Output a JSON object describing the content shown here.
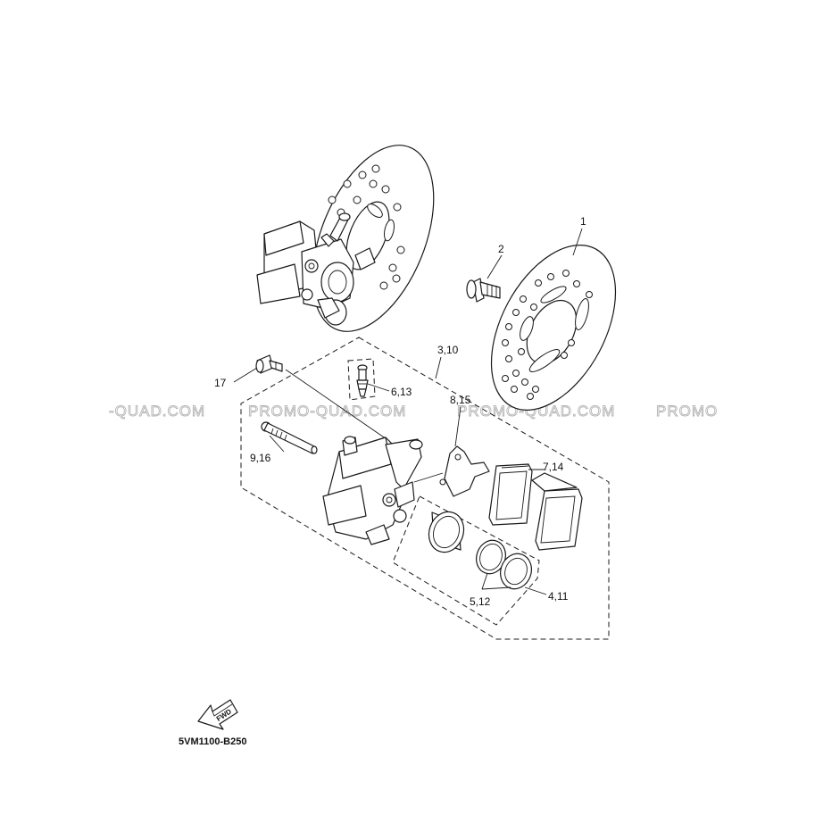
{
  "watermark": {
    "segments": [
      "-QUAD.COM",
      "PROMO-QUAD.COM",
      "PROMO-QUAD.COM",
      "PROMO"
    ]
  },
  "callouts": {
    "c1": "1",
    "c2": "2",
    "c3_10": "3,10",
    "c17": "17",
    "c6_13": "6,13",
    "c8_15": "8,15",
    "c9_16": "9,16",
    "c7_14": "7,14",
    "c5_12": "5,12",
    "c4_11": "4,11"
  },
  "fwd_label": "FWD",
  "diagram_code": "5VM1100-B250"
}
